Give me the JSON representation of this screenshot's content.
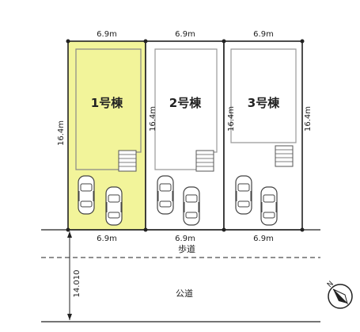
{
  "lots": [
    {
      "label": "1号棟",
      "width_top": "6.9m",
      "width_bottom": "6.9m",
      "depth": "16.4m",
      "highlight_color": "#f2f49a",
      "selected": true
    },
    {
      "label": "2号棟",
      "width_top": "6.9m",
      "width_bottom": "6.9m",
      "depth": "16.4m",
      "selected": false
    },
    {
      "label": "3号棟",
      "width_top": "6.9m",
      "width_bottom": "6.9m",
      "depth": "16.4m",
      "selected": false
    }
  ],
  "sidewalk_label": "歩道",
  "road_label": "公道",
  "road_width": "14.010",
  "compass_icon": "north-arrow-icon",
  "colors": {
    "line": "#222222",
    "house_outline": "#9a9a9a",
    "highlight": "#f2f49a"
  }
}
